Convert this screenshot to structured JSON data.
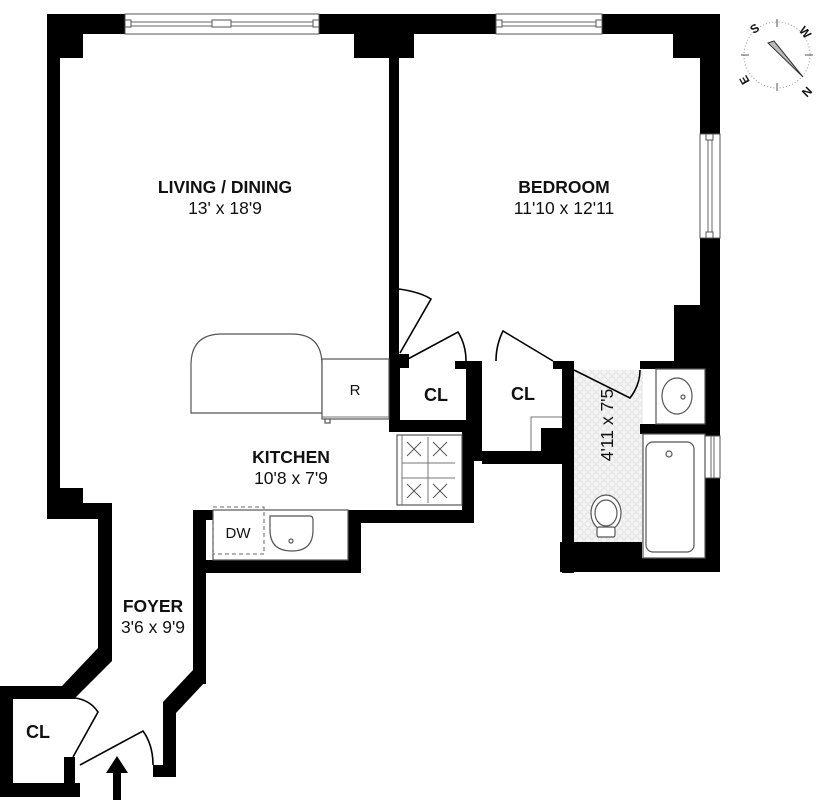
{
  "floorplan": {
    "colors": {
      "wall": "#000000",
      "background": "#ffffff",
      "fixture_stroke": "#555555",
      "tile": "#eeeeee"
    },
    "rooms": {
      "living": {
        "name": "LIVING / DINING",
        "dims": "13' x 18'9"
      },
      "bedroom": {
        "name": "BEDROOM",
        "dims": "11'10 x 12'11"
      },
      "kitchen": {
        "name": "KITCHEN",
        "dims": "10'8 x 7'9"
      },
      "foyer": {
        "name": "FOYER",
        "dims": "3'6 x 9'9"
      },
      "bathroom": {
        "dims": "4'11 x 7'5"
      },
      "closet_kitchen": {
        "name": "CL"
      },
      "closet_bedroom": {
        "name": "CL"
      },
      "closet_foyer": {
        "name": "CL"
      }
    },
    "fixtures": {
      "refrigerator": "R",
      "dishwasher": "DW"
    },
    "compass": {
      "labels": {
        "north": "N",
        "south": "S",
        "east": "E",
        "west": "W"
      },
      "icon": "compass-icon"
    },
    "entrance": {
      "icon": "entry-arrow-icon"
    }
  }
}
